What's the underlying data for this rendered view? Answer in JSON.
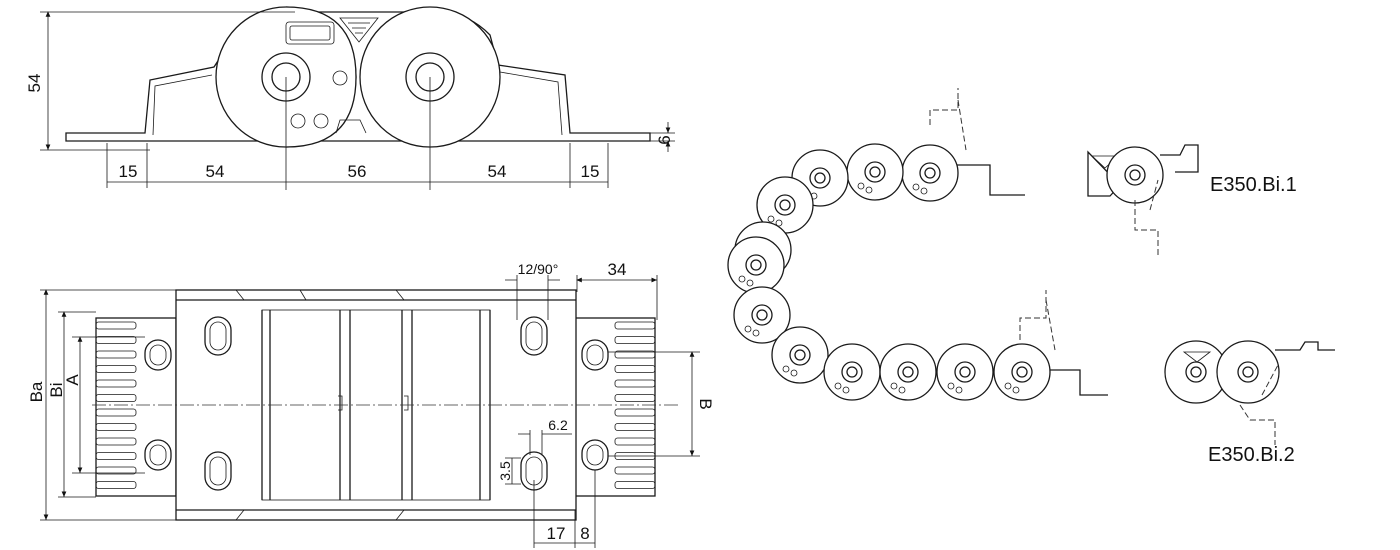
{
  "side_view": {
    "height_dim": "54",
    "thickness_dim": "6",
    "bottom_dims": [
      "15",
      "54",
      "56",
      "54",
      "15"
    ]
  },
  "top_view": {
    "dim_angle": "12/90°",
    "dim_width": "34",
    "dim_ba": "Ba",
    "dim_bi": "Bi",
    "dim_a": "A",
    "dim_b": "B",
    "dim_hole_w": "6.2",
    "dim_hole_h": "3.5",
    "dim_17": "17",
    "dim_8": "8"
  },
  "variants": {
    "v1": "E350.Bi.1",
    "v2": "E350.Bi.2"
  }
}
